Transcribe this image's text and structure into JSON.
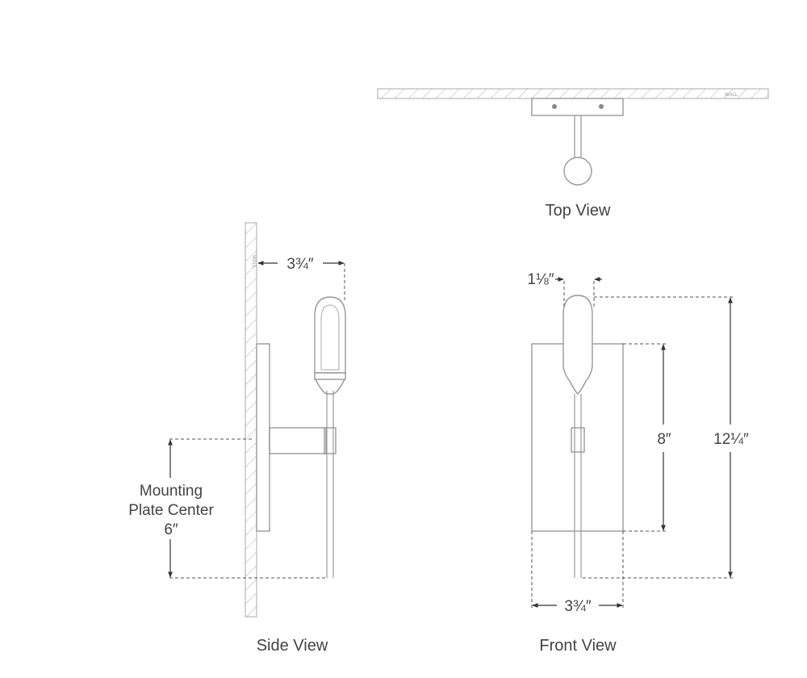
{
  "views": {
    "top": {
      "label": "Top View",
      "wall_text": "WALL"
    },
    "side": {
      "label": "Side View",
      "wall_text": "WALL"
    },
    "front": {
      "label": "Front View"
    }
  },
  "dimensions": {
    "side_extension": "3¾″",
    "mounting_line1": "Mounting",
    "mounting_line2": "Plate Center",
    "mounting_value": "6″",
    "glass_width": "1⅛″",
    "plate_height": "8″",
    "overall_height": "12¼″",
    "plate_width": "3¾″"
  }
}
